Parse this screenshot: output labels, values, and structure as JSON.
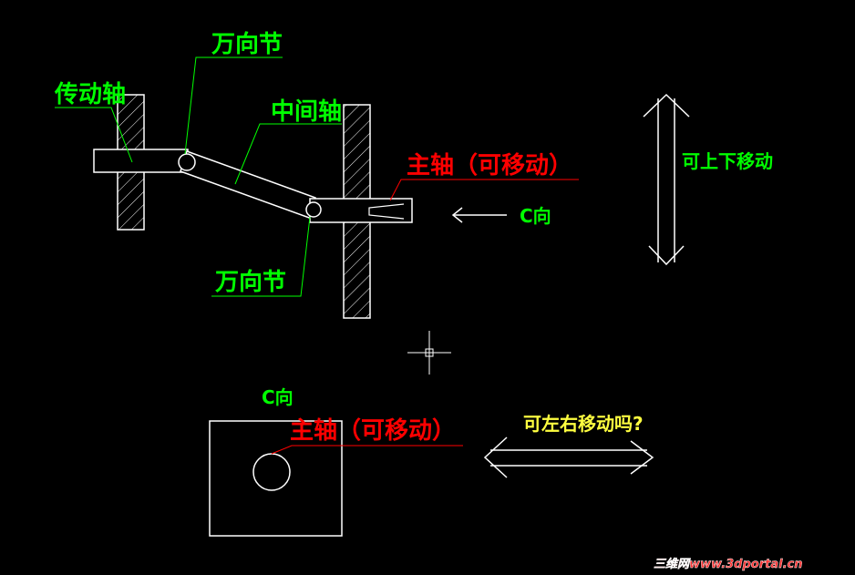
{
  "labels": {
    "wanxiangjie_top": "万向节",
    "chuandongzhou": "传动轴",
    "zhongjianzhou": "中间轴",
    "zhuzhou_top": "主轴（可移动）",
    "c_direction_top": "C向",
    "up_down": "可上下移动",
    "wanxiangjie_bottom": "万向节",
    "c_direction_bottom": "C向",
    "zhuzhou_bottom": "主轴（可移动）",
    "left_right_question": "可左右移动吗?"
  },
  "watermark": "三维网www.3dportal.cn",
  "colors": {
    "background": "#000000",
    "geometry": "#ffffff",
    "leader_green": "#00ff00",
    "leader_red": "#ff0000",
    "text_yellow": "#ffff40"
  }
}
